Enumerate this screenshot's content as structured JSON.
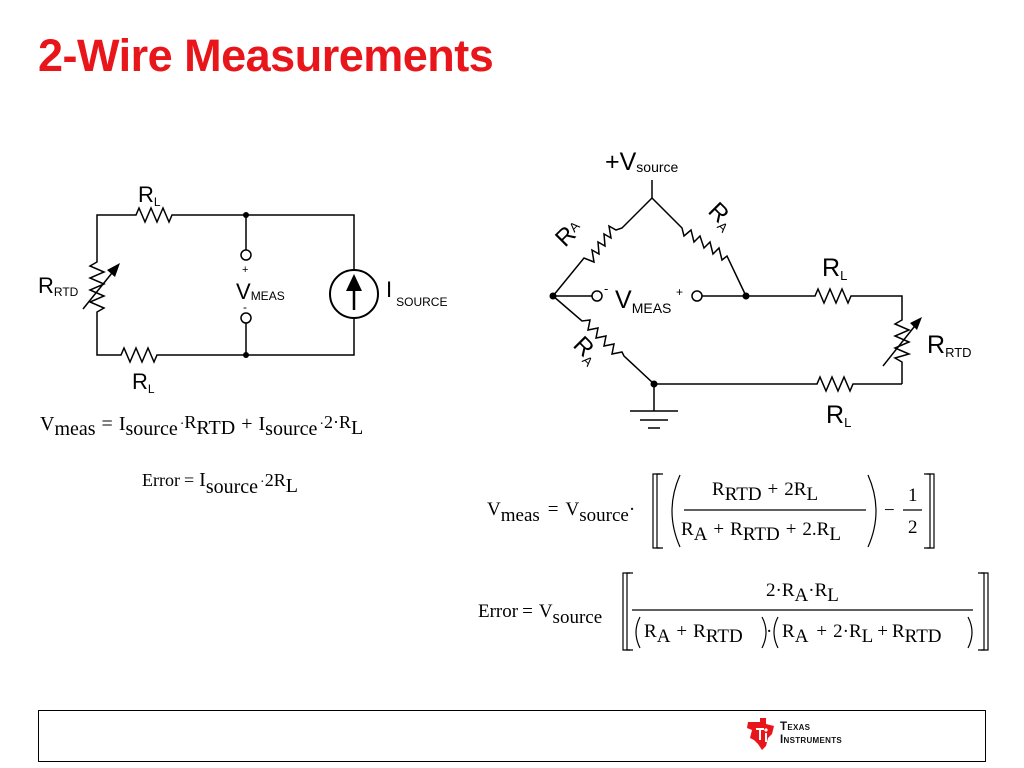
{
  "slide": {
    "title": "2-Wire Measurements"
  },
  "left_circuit": {
    "rl_top": "R",
    "rl_top_sub": "L",
    "rl_bottom": "R",
    "rl_bottom_sub": "L",
    "rrtd": "R",
    "rrtd_sub": "RTD",
    "vmeas_plus": "+",
    "vmeas_minus": "-",
    "vmeas": "V",
    "vmeas_sub": "MEAS",
    "isource": "I",
    "isource_sub": "SOURCE"
  },
  "right_circuit": {
    "vsource_plus": "+V",
    "vsource_sub": "source",
    "ra_label": "R",
    "ra_sub": "A",
    "rl_top": "R",
    "rl_top_sub": "L",
    "rl_bottom": "R",
    "rl_bottom_sub": "L",
    "rrtd": "R",
    "rrtd_sub": "RTD",
    "vmeas_minus": "-",
    "vmeas_plus": "+",
    "vmeas": "V",
    "vmeas_sub": "MEAS"
  },
  "equations": {
    "eq1": {
      "v": "V",
      "v_sub": "meas",
      "eq": "=",
      "i1": "I",
      "i1_sub": "source",
      "dot1": "·",
      "r1": "R",
      "r1_sub": "RTD",
      "plus": "+",
      "i2": "I",
      "i2_sub": "source",
      "dot2": "·",
      "two": "2·R",
      "r2_sub": "L"
    },
    "eq2": {
      "error": "Error",
      "eq": "=",
      "i": "I",
      "i_sub": "source",
      "dot": "·",
      "two": "2R",
      "r_sub": "L"
    },
    "eq3": {
      "v": "V",
      "v_sub": "meas",
      "eq": "=",
      "vs": "V",
      "vs_sub": "source",
      "dot": "·",
      "num_r1": "R",
      "num_r1_sub": "RTD",
      "num_plus": "+",
      "num_two": "2R",
      "num_r2_sub": "L",
      "den_r1": "R",
      "den_r1_sub": "A",
      "den_plus1": "+",
      "den_r2": "R",
      "den_r2_sub": "RTD",
      "den_plus2": "+",
      "den_two": "2.R",
      "den_r3_sub": "L",
      "minus": "−",
      "half_num": "1",
      "half_den": "2"
    },
    "eq4": {
      "error": "Error",
      "eq": "=",
      "vs": "V",
      "vs_sub": "source",
      "num_a": "2·R",
      "num_a_sub": "A",
      "num_dot": "·",
      "num_r": "R",
      "num_r_sub": "L",
      "d1a": "R",
      "d1a_sub": "A",
      "d1plus": "+",
      "d1b": "R",
      "d1b_sub": "RTD",
      "ddot": "·",
      "d2a": "R",
      "d2a_sub": "A",
      "d2plus": "+",
      "d2two": "2·R",
      "d2two_sub": "L",
      "d2plus2": "+",
      "d2c": "R",
      "d2c_sub": "RTD"
    }
  },
  "footer": {
    "logo_line1": "Texas",
    "logo_line2": "Instruments"
  },
  "colors": {
    "title": "#e8161b",
    "logo": "#e8161b",
    "lines": "#000000"
  }
}
